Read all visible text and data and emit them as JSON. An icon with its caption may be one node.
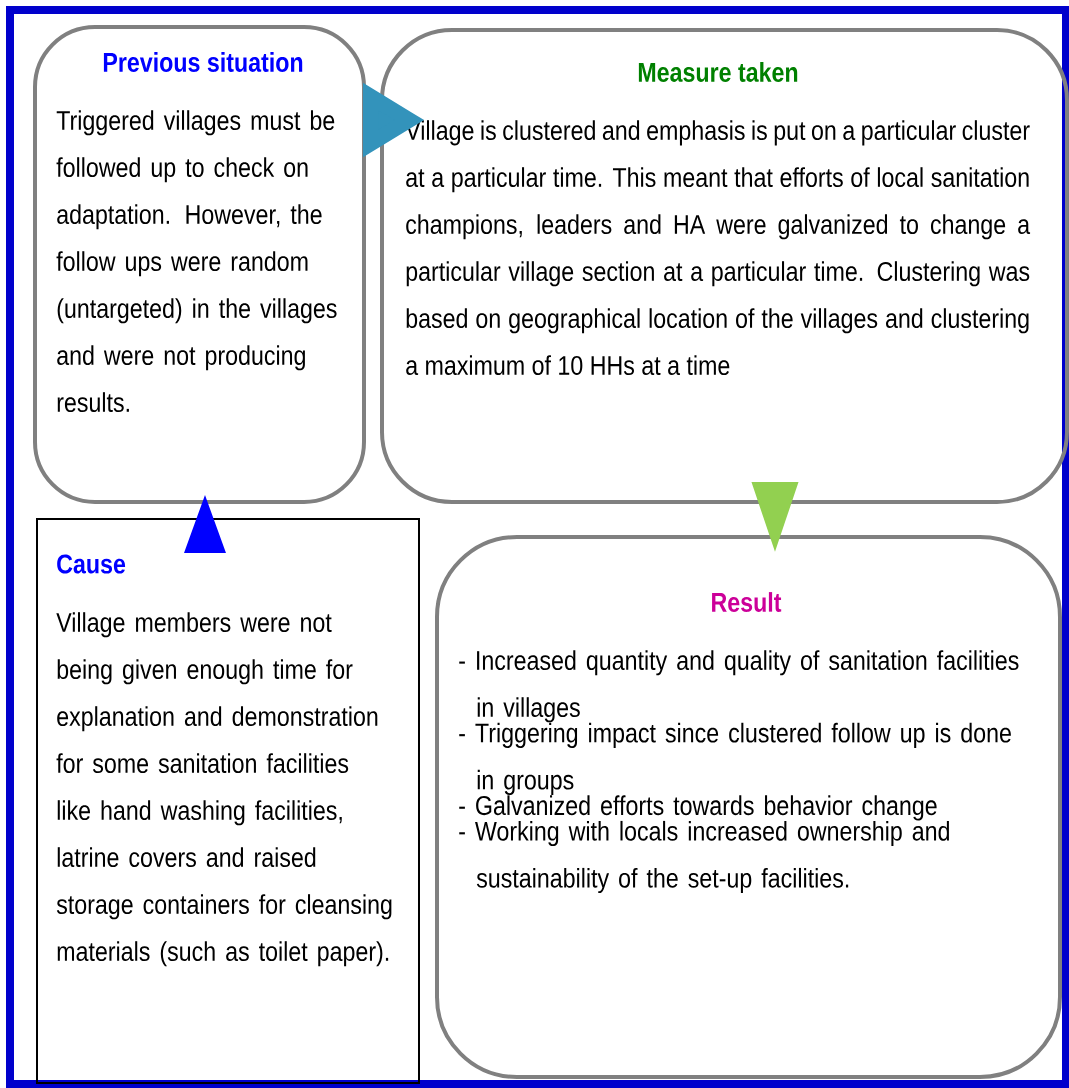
{
  "diagram": {
    "nodes": [
      {
        "text": [
          "Previous situation",
          "Triggered villages must be followed up to check on adaptation. However, the follow ups were random (untargeted) in the villages and were not producing results."
        ]
      },
      {
        "text": [
          "Measure taken",
          "Village is clustered and emphasis is put on a particular cluster at a particular time. This meant that efforts of local sanitation champions, leaders and HA were galvanized to change a particular village section at a particular time. Clustering was based on geographical location of the villages and clustering a maximum of 10 HHs at a time"
        ]
      },
      {
        "text": [
          "Cause",
          "Village members were not being given enough time for explanation and demonstration for some sanitation facilities like hand washing facilities, latrine covers and raised storage containers for cleansing materials (such as toilet paper)."
        ]
      },
      {
        "text": [
          "Result",
          "- Increased quantity and quality of sanitation facilities in villages",
          "- Triggering impact since clustered follow up is done in groups",
          "- Galvanized efforts towards behavior change",
          "- Working with locals increased ownership and sustainability of the set-up facilities."
        ]
      }
    ],
    "edges": [
      {
        "from": 0,
        "to": 1,
        "arrow": "to",
        "color": "#3393bb"
      },
      {
        "from": 2,
        "to": 0,
        "arrow": "to",
        "color": "#0000ff"
      },
      {
        "from": 1,
        "to": 3,
        "arrow": "to",
        "color": "#92d050"
      }
    ]
  }
}
